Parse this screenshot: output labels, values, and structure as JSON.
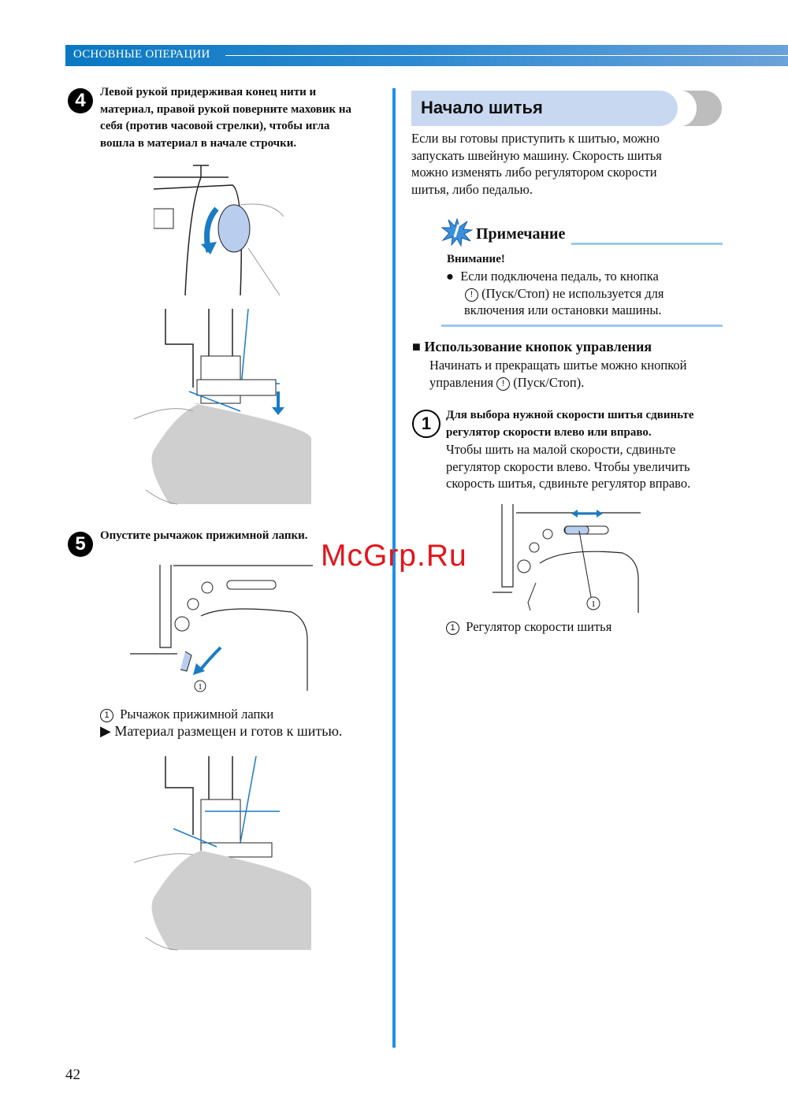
{
  "header": {
    "section": "ОСНОВНЫЕ ОПЕРАЦИИ"
  },
  "left": {
    "step4": {
      "num": "4",
      "lines": [
        "Левой рукой придерживая конец нити и",
        "материал, правой рукой поверните маховик на",
        "себя (против часовой стрелки), чтобы игла",
        "вошла в материал в начале строчки."
      ]
    },
    "step5": {
      "num": "5",
      "text": "Опустите рычажок прижимной лапки."
    },
    "fig_label": "1",
    "caption": {
      "num": "1",
      "text": "Рычажок прижимной лапки"
    },
    "result": {
      "marker": "▶",
      "text": "Материал размещен и готов к шитью."
    }
  },
  "right": {
    "title": "Начало шитья",
    "intro": [
      "Если вы готовы приступить к шитью, можно",
      "запускать швейную машину. Скорость шитья",
      "можно изменять либо регулятором скорости",
      "шитья, либо педалью."
    ],
    "note": {
      "title": "Примечание",
      "warning": "Внимание!",
      "bullet": "●",
      "lines": [
        "Если подключена педаль, то кнопка",
        "(Пуск/Стоп) не используется для",
        "включения или остановки машины."
      ],
      "button_symbol": "!"
    },
    "section": {
      "marker": "■",
      "title": "Использование кнопок управления",
      "lines": [
        "Начинать и прекращать шитье можно кнопкой",
        "управления",
        "(Пуск/Стоп)."
      ]
    },
    "step1": {
      "num": "1",
      "bold": [
        "Для выбора нужной скорости шитья сдвиньте",
        "регулятор скорости влево или вправо."
      ],
      "lines": [
        "Чтобы шить на малой скорости, сдвиньте",
        "регулятор скорости влево. Чтобы увеличить",
        "скорость шитья, сдвиньте регулятор вправо."
      ]
    },
    "fig_label": "1",
    "caption": {
      "num": "1",
      "text": "Регулятор скорости шитья"
    }
  },
  "watermark": "McGrp.Ru",
  "page_number": "42"
}
